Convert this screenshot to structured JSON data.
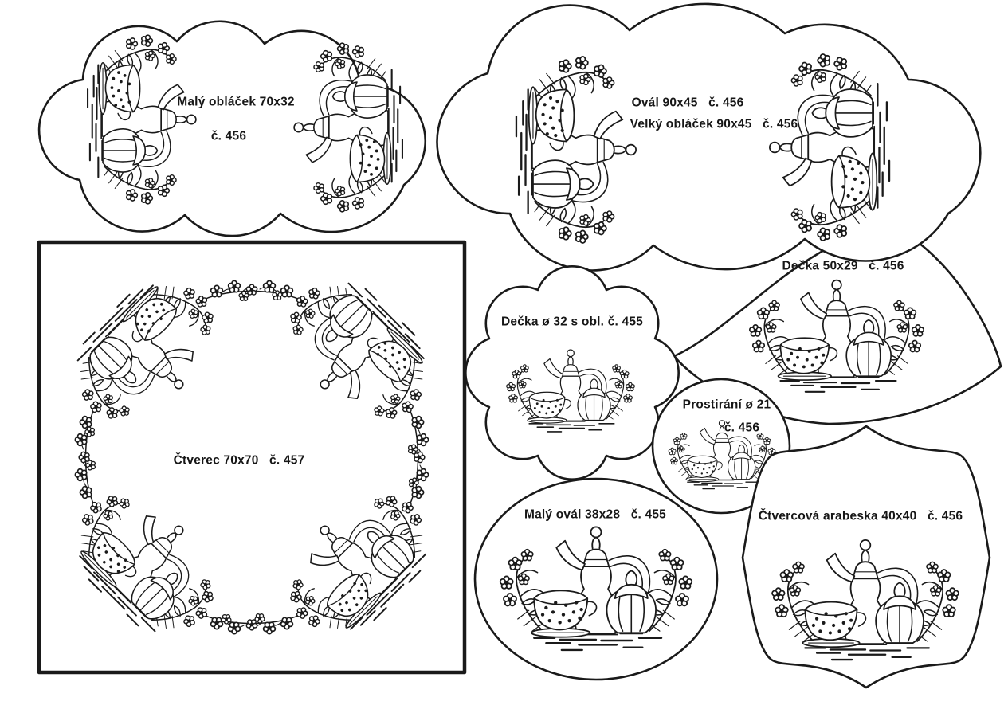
{
  "page": {
    "kind": "embroidery-transfer-pattern-sheet",
    "paper_color": "#ffffff",
    "ink_color": "#1a1a1a",
    "motif": "coffee-pot-tea-set-with-flowers"
  },
  "patterns": {
    "maly_oblacek": {
      "shape": "cloud",
      "line1": "Malý obláček 70x32",
      "line2": "č. 456"
    },
    "velky_oblacek": {
      "shape": "cloud",
      "line1": "Ovál 90x45   č. 456",
      "line2": "Velký obláček 90x45   č. 456"
    },
    "decka_50x29": {
      "shape": "curved-oval",
      "label": "Dečka 50x29   č. 456"
    },
    "decka_32": {
      "shape": "scalloped-circle",
      "label": "Dečka ø 32 s obl. č. 455"
    },
    "prostirani_21": {
      "shape": "circle",
      "line1": "Prostirání ø 21",
      "line2": "č. 456"
    },
    "ctverec": {
      "shape": "square-with-wreath",
      "label": "Čtverec 70x70   č. 457"
    },
    "maly_oval": {
      "shape": "ellipse",
      "label": "Malý ovál 38x28   č. 455"
    },
    "ctvercova_arabeska": {
      "shape": "ornate-square",
      "label": "Čtvercová arabeska 40x40   č. 456"
    }
  }
}
